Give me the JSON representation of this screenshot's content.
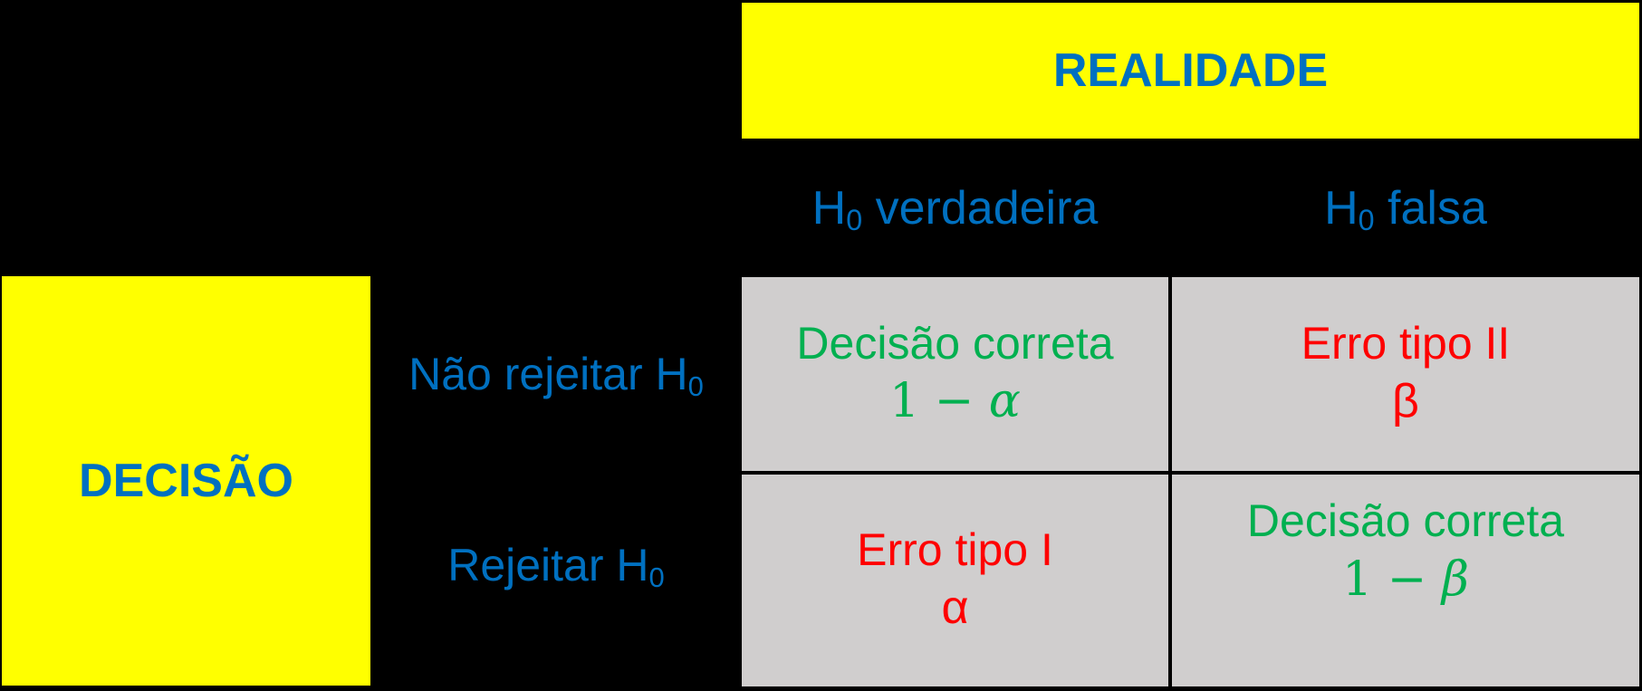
{
  "palette": {
    "background": "#000000",
    "yellow": "#ffff00",
    "blue": "#0070c0",
    "green": "#00b050",
    "red": "#ff0000",
    "cell_gray": "#d0cece"
  },
  "table": {
    "reality_label": "REALIDADE",
    "decision_label": "DECISÃO",
    "columns": [
      {
        "pre": "H",
        "sub": "0",
        "post": " verdadeira"
      },
      {
        "pre": "H",
        "sub": "0",
        "post": " falsa"
      }
    ],
    "rows": [
      {
        "pre": "Não rejeitar H",
        "sub": "0"
      },
      {
        "pre": "Rejeitar H",
        "sub": "0"
      }
    ],
    "cells": [
      {
        "kind": "correct",
        "line1": "Decisão correta",
        "math_pre": "1 − ",
        "math_var": "α"
      },
      {
        "kind": "error",
        "line1": "Erro tipo II",
        "symbol": "β"
      },
      {
        "kind": "error",
        "line1": "Erro tipo I",
        "symbol": "α"
      },
      {
        "kind": "correct",
        "line1": "Decisão correta",
        "math_pre": "1 − ",
        "math_var": "β"
      }
    ]
  }
}
